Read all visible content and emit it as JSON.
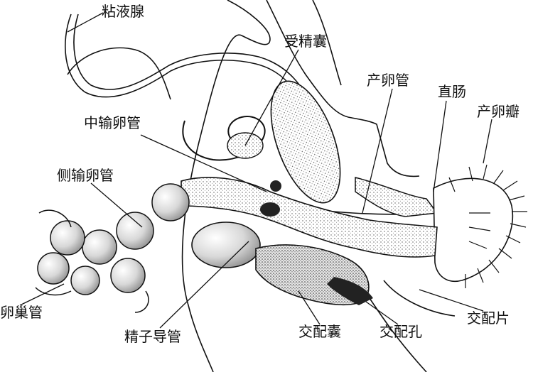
{
  "labels": {
    "mucus_gland": "粘液腺",
    "spermatheca": "受精囊",
    "oviduct": "产卵管",
    "rectum": "直肠",
    "ovipositor_valve": "产卵瓣",
    "median_oviduct": "中输卵管",
    "lateral_oviduct": "侧输卵管",
    "ovariole": "卵巢管",
    "spermathecal_duct": "精子导管",
    "bursa_copulatrix": "交配囊",
    "genital_pore": "交配孔",
    "copulatory_plate": "交配片"
  },
  "colors": {
    "ink": "#111111",
    "background": "#ffffff",
    "stipple": "#8a8a8a",
    "dark_fill": "#222222"
  }
}
